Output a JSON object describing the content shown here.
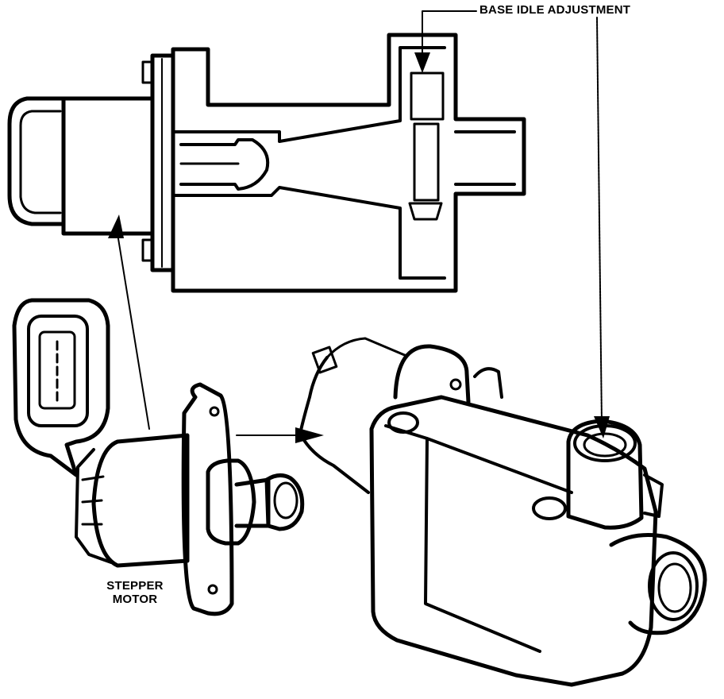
{
  "labels": {
    "base_idle_adjustment": "BASE IDLE ADJUSTMENT",
    "stepper_line1": "STEPPER",
    "stepper_line2": "MOTOR"
  },
  "colors": {
    "ink": "#000000",
    "paper": "#ffffff"
  }
}
